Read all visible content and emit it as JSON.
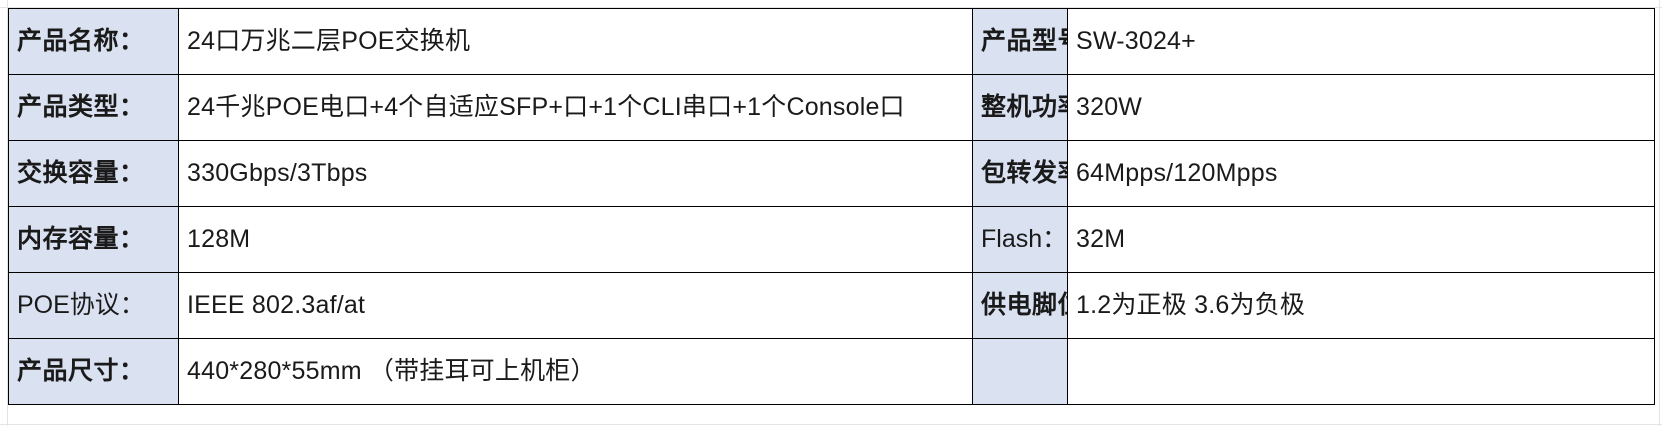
{
  "table": {
    "accent_fill": "#dae1f1",
    "border_color": "#000000",
    "rows": [
      {
        "left_label": "产品名称：",
        "left_value": "24口万兆二层POE交换机",
        "right_label": "产品型号：",
        "right_value": "SW-3024+"
      },
      {
        "left_label": "产品类型：",
        "left_value": "24千兆POE电口+4个自适应SFP+口+1个CLI串口+1个Console口",
        "right_label": "整机功率：",
        "right_value": "320W"
      },
      {
        "left_label": "交换容量：",
        "left_value": "330Gbps/3Tbps",
        "right_label": "包转发率：",
        "right_value": "64Mpps/120Mpps"
      },
      {
        "left_label": "内存容量：",
        "left_value": "128M",
        "right_label": "Flash：",
        "right_value": "32M"
      },
      {
        "left_label": "POE协议：",
        "left_value": "IEEE 802.3af/at",
        "right_label": "供电脚位：",
        "right_value": "1.2为正极 3.6为负极"
      },
      {
        "left_label": "产品尺寸：",
        "left_value": "440*280*55mm （带挂耳可上机柜）",
        "right_label": "",
        "right_value": ""
      }
    ]
  }
}
